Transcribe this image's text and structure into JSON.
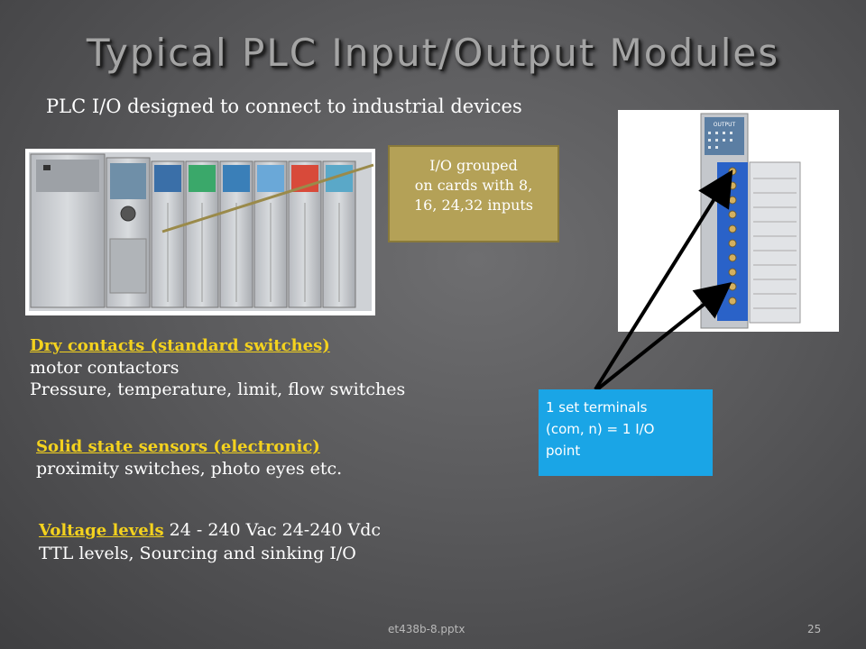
{
  "slide": {
    "title": "Typical PLC Input/Output Modules",
    "subtitle": "PLC I/O designed to connect to industrial devices",
    "callout": [
      "I/O grouped",
      "on cards with 8,",
      "16, 24,32 inputs"
    ],
    "terminal_note": [
      "1 set terminals",
      "(com, n) = 1 I/O",
      "point"
    ],
    "dry_contacts": {
      "heading": "Dry contacts (standard switches)",
      "lines": [
        "motor contactors",
        "Pressure, temperature, limit, flow switches"
      ]
    },
    "solid_state": {
      "heading": "Solid state sensors (electronic)",
      "lines": [
        "proximity switches, photo eyes etc."
      ]
    },
    "voltage": {
      "heading": "Voltage levels",
      "rest": " 24 - 240 Vac  24-240 Vdc",
      "line2": "TTL levels, Sourcing and sinking I/O"
    },
    "module_label": "OUTPUT",
    "footer": {
      "file": "et438b-8.pptx",
      "page": "25"
    }
  },
  "colors": {
    "callout": "#b4a157",
    "terminal_box": "#1aa5e6",
    "heading": "#f4d21e"
  }
}
